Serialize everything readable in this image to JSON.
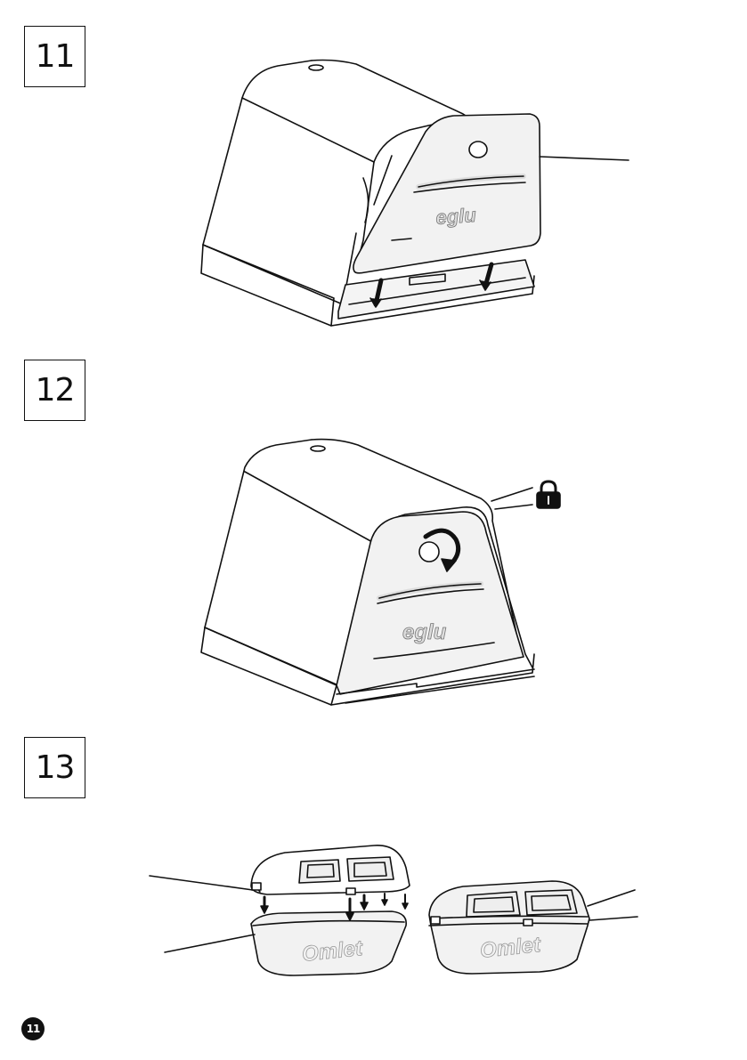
{
  "steps": [
    {
      "number": "11",
      "brand": "eglu"
    },
    {
      "number": "12",
      "brand": "eglu",
      "lock_icon": "padlock-icon",
      "rotate_icon": "clockwise-arrow-icon"
    },
    {
      "number": "13",
      "brand_left": "Omlet",
      "brand_right": "Omlet"
    }
  ],
  "page": {
    "number": "11"
  },
  "colors": {
    "ink": "#111111",
    "body": "#ffffff",
    "door": "#f2f2f2",
    "tray": "#e8e8e8"
  }
}
